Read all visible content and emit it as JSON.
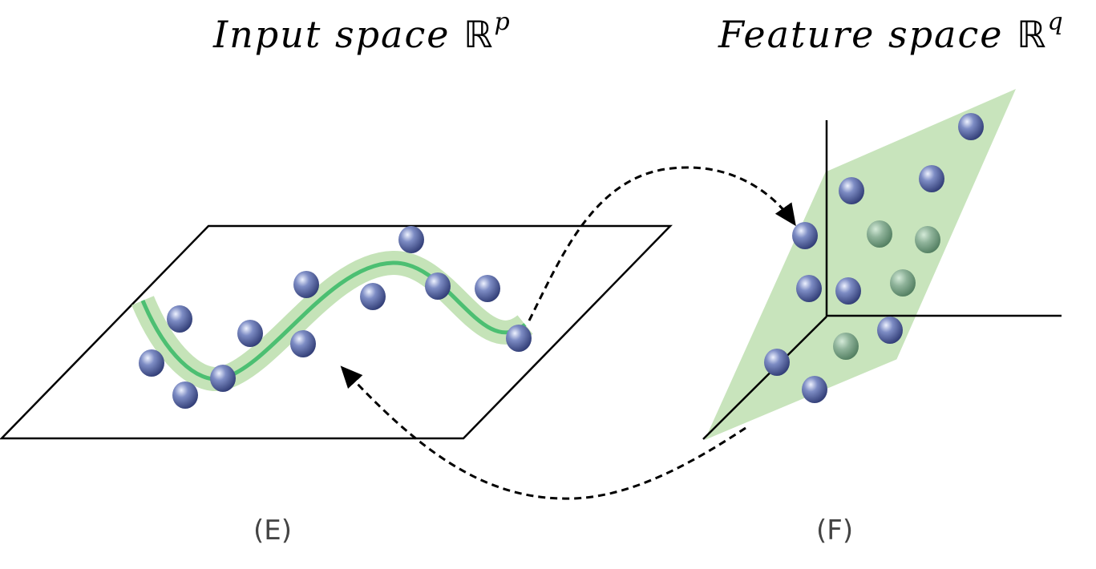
{
  "input_space": {
    "title_prefix": "Input space ",
    "title_symbol": "ℝ",
    "title_exponent": "p",
    "caption": "(E)"
  },
  "feature_space": {
    "title_prefix": "Feature space ",
    "title_symbol": "ℝ",
    "title_exponent": "q",
    "caption": "(F)"
  },
  "colors": {
    "manifold_band": "#c5e3b8",
    "manifold_line": "#4cbf72",
    "plane_fill": "#c8e4bc",
    "point_front": "#3f4f8f",
    "point_behind": "#5c8a6a",
    "axes": "#000000",
    "arrow": "#000000"
  },
  "icons": {
    "point": "sphere-point-icon",
    "arrow": "dashed-arrow-icon"
  }
}
